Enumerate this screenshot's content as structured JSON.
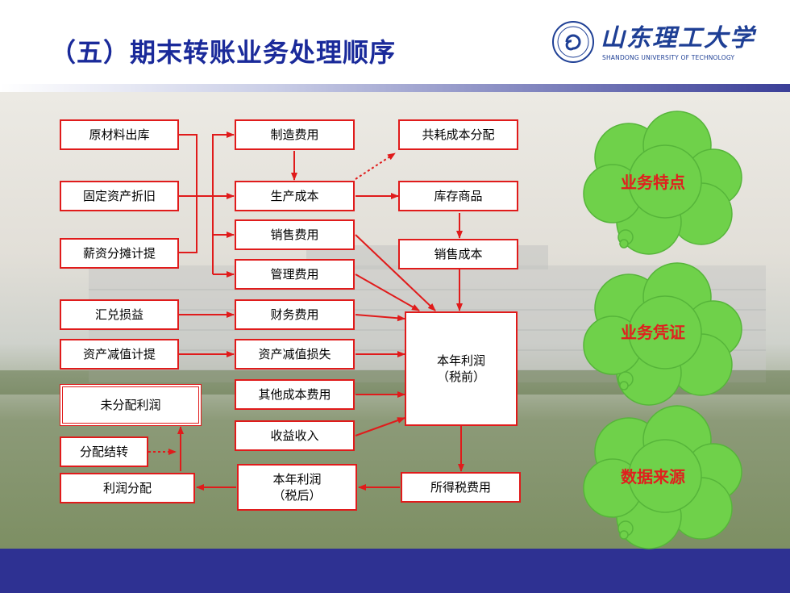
{
  "title": "（五）期末转账业务处理顺序",
  "logo": {
    "cn": "山东理工大学",
    "en": "SHANDONG UNIVERSITY OF TECHNOLOGY"
  },
  "boxes": {
    "raw_material": "原材料出库",
    "fixed_asset": "固定资产折旧",
    "salary": "薪资分摊计提",
    "fx_gain": "汇兑损益",
    "impairment_provision": "资产减值计提",
    "undistributed_profit": "未分配利润",
    "distribution_transfer": "分配结转",
    "profit_distribution": "利润分配",
    "manufacturing_cost": "制造费用",
    "production_cost": "生产成本",
    "selling_expense": "销售费用",
    "admin_expense": "管理费用",
    "finance_expense": "财务费用",
    "impairment_loss": "资产减值损失",
    "other_cost": "其他成本费用",
    "income": "收益收入",
    "net_profit": "本年利润\n（税后）",
    "joint_cost": "共耗成本分配",
    "inventory": "库存商品",
    "sales_cost": "销售成本",
    "pretax_profit": "本年利润\n（税前）",
    "income_tax": "所得税费用"
  },
  "clouds": {
    "features": "业务特点",
    "vouchers": "业务凭证",
    "data_source": "数据来源"
  },
  "colors": {
    "title": "#1a2a9a",
    "box_border": "#e01b1b",
    "cloud": "#6fd14a",
    "footer": "#2e3192"
  }
}
